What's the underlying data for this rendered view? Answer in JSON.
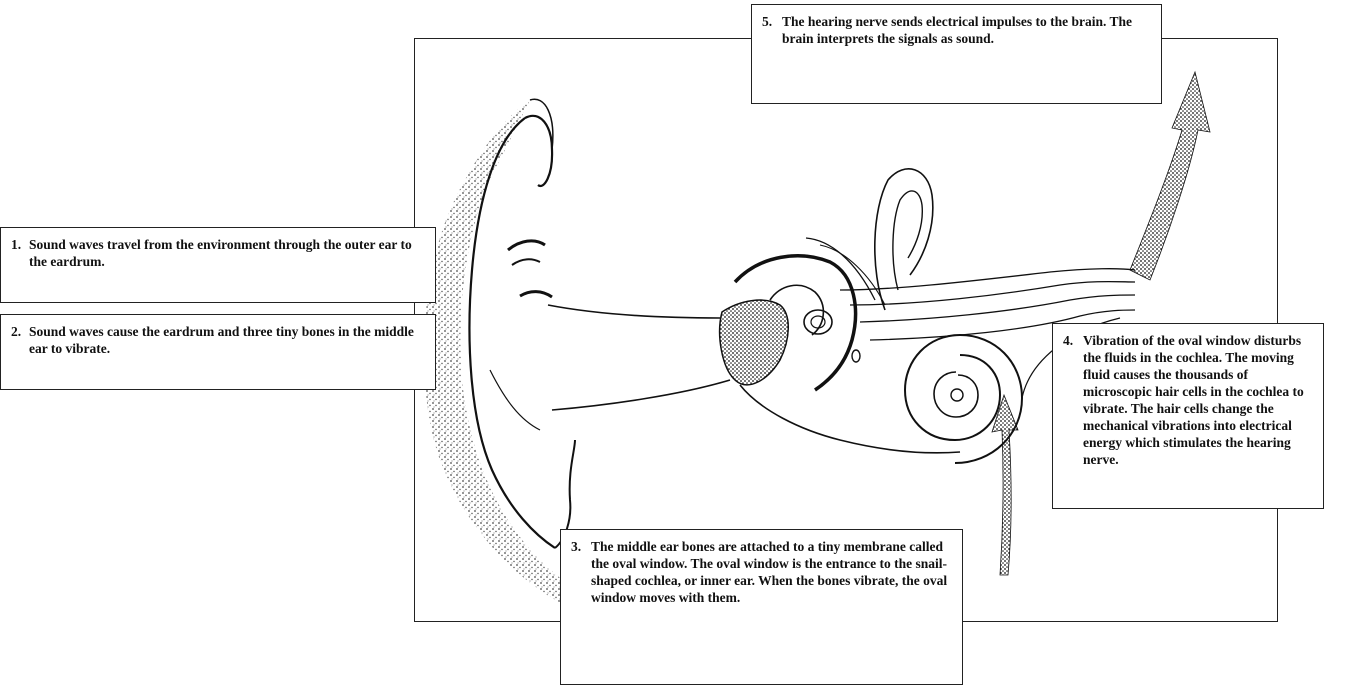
{
  "diagram": {
    "steps": [
      {
        "number": "1.",
        "text": "Sound waves travel from the environment through the outer ear to the eardrum."
      },
      {
        "number": "2.",
        "text": "Sound waves cause the eardrum and three tiny bones in the middle ear to vibrate."
      },
      {
        "number": "3.",
        "text": "The middle ear bones are attached to a tiny membrane called the oval window. The oval window is the entrance to the snail-shaped cochlea, or inner ear. When the bones vibrate, the oval window moves with them."
      },
      {
        "number": "4.",
        "text": "Vibration of the oval window disturbs the fluids in the cochlea. The moving fluid causes the thousands of microscopic hair cells in the cochlea to vibrate. The hair cells change the mechanical vibrations into electrical energy which stimulates the hearing nerve."
      },
      {
        "number": "5.",
        "text": "The hearing nerve sends electrical impulses to the brain. The brain interprets the signals as sound."
      }
    ],
    "colors": {
      "ink": "#111111",
      "background": "#ffffff"
    },
    "icons": {
      "outer_ear": "outer-ear-illustration",
      "middle_ear": "middle-ear-bones-illustration",
      "cochlea": "cochlea-spiral-illustration",
      "nerve": "hearing-nerve-arrow-illustration"
    }
  }
}
